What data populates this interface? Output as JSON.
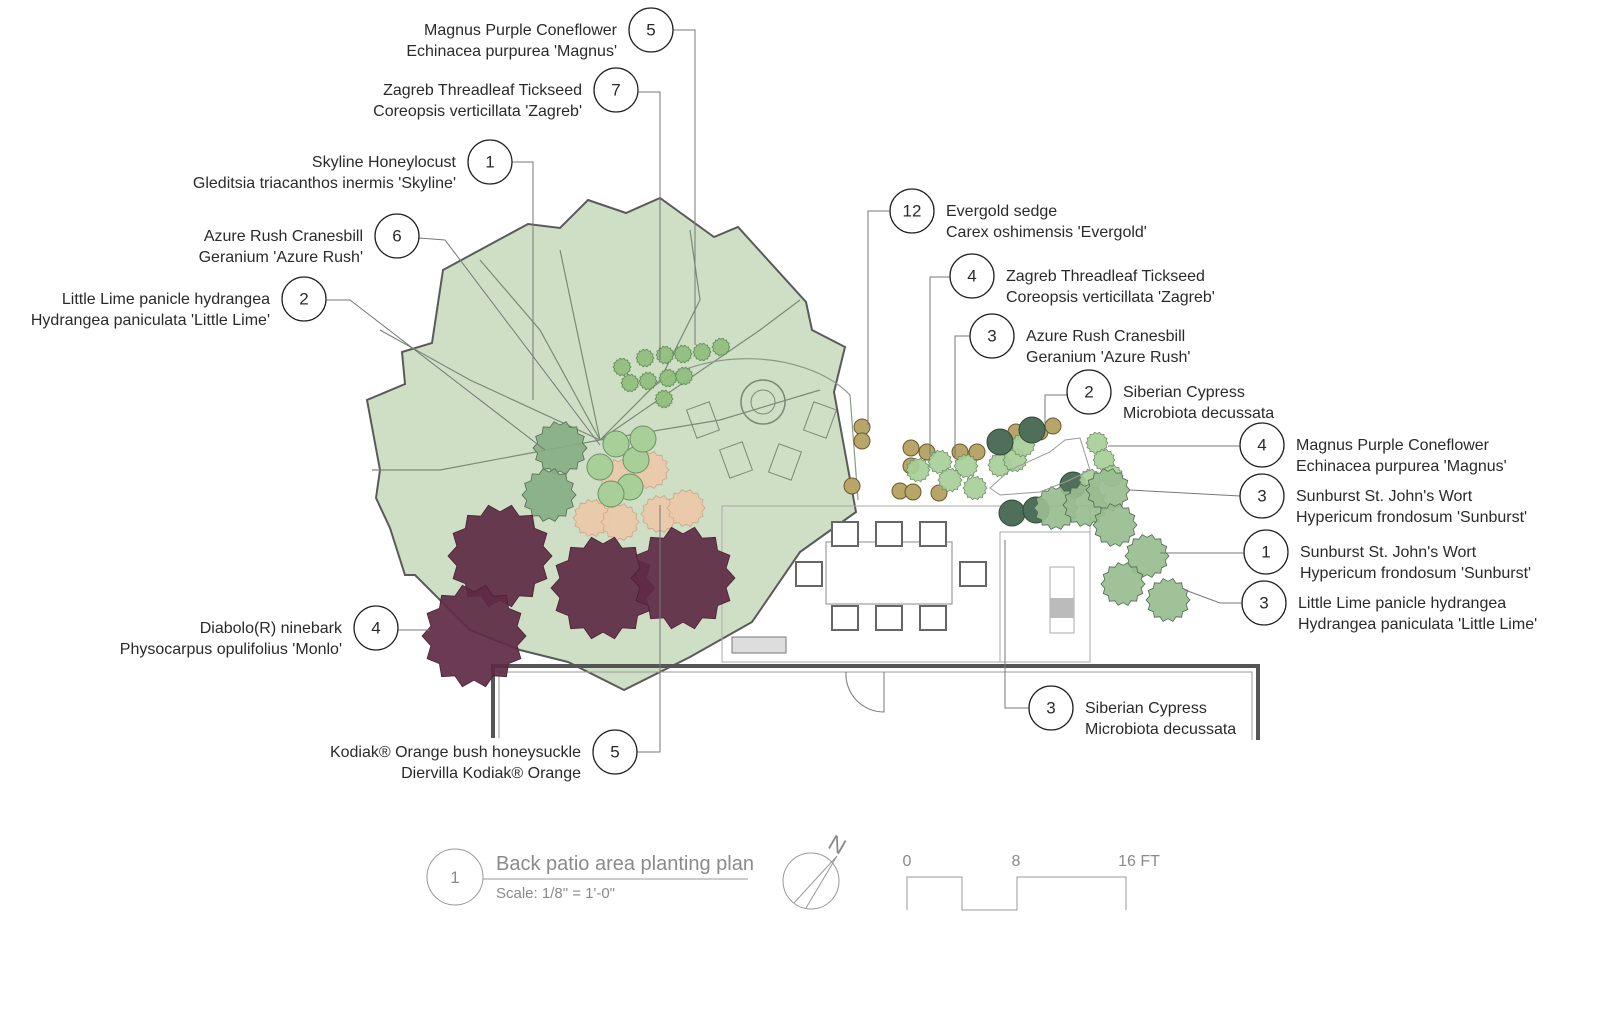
{
  "callouts": [
    {
      "count": "5",
      "common": "Magnus Purple Coneflower",
      "botanical": "Echinacea purpurea 'Magnus'"
    },
    {
      "count": "7",
      "common": "Zagreb Threadleaf Tickseed",
      "botanical": "Coreopsis verticillata 'Zagreb'"
    },
    {
      "count": "1",
      "common": "Skyline Honeylocust",
      "botanical": "Gleditsia triacanthos inermis 'Skyline'"
    },
    {
      "count": "6",
      "common": "Azure Rush Cranesbill",
      "botanical": "Geranium 'Azure Rush'"
    },
    {
      "count": "2",
      "common": "Little Lime panicle hydrangea",
      "botanical": "Hydrangea paniculata 'Little Lime'"
    },
    {
      "count": "4",
      "common": "Diabolo(R) ninebark",
      "botanical": "Physocarpus opulifolius 'Monlo'"
    },
    {
      "count": "5",
      "common": "Kodiak® Orange bush honeysuckle",
      "botanical": "Diervilla Kodiak® Orange"
    },
    {
      "count": "12",
      "common": "Evergold sedge",
      "botanical": "Carex oshimensis 'Evergold'"
    },
    {
      "count": "4",
      "common": "Zagreb Threadleaf Tickseed",
      "botanical": "Coreopsis verticillata 'Zagreb'"
    },
    {
      "count": "3",
      "common": "Azure Rush Cranesbill",
      "botanical": "Geranium 'Azure Rush'"
    },
    {
      "count": "2",
      "common": "Siberian Cypress",
      "botanical": "Microbiota decussata"
    },
    {
      "count": "4",
      "common": "Magnus Purple Coneflower",
      "botanical": "Echinacea purpurea 'Magnus'"
    },
    {
      "count": "3",
      "common": "Sunburst St. John's Wort",
      "botanical": "Hypericum frondosum 'Sunburst'"
    },
    {
      "count": "1",
      "common": "Sunburst St. John's Wort",
      "botanical": "Hypericum frondosum 'Sunburst'"
    },
    {
      "count": "3",
      "common": "Little Lime panicle hydrangea",
      "botanical": "Hydrangea paniculata 'Little Lime'"
    },
    {
      "count": "3",
      "common": "Siberian Cypress",
      "botanical": "Microbiota decussata"
    }
  ],
  "title_block": {
    "number": "1",
    "title": "Back patio area planting plan",
    "scale": "Scale: 1/8\" = 1'-0\""
  },
  "north_arrow": {
    "label": "N"
  },
  "scale_bar": {
    "ticks": [
      "0",
      "8",
      "16 FT"
    ]
  },
  "colors": {
    "honeylocust_canopy": "#c9dcc0",
    "ninebark": "#5e2a44",
    "honeysuckle": "#ecc9a8",
    "shrub_green": "#9cc38f",
    "dark_shrub": "#4f6f5a",
    "sedge": "#b7a56a",
    "linework": "#555555"
  }
}
